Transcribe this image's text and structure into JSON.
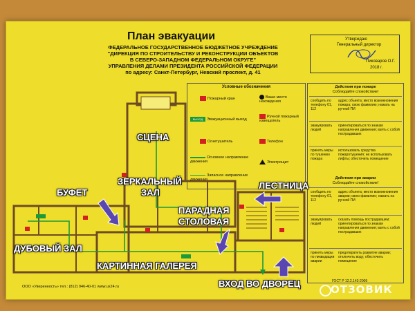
{
  "title": "План эвакуации",
  "organization": {
    "line1": "ФЕДЕРАЛЬНОЕ ГОСУДАРСТВЕННОЕ БЮДЖЕТНОЕ УЧРЕЖДЕНИЕ",
    "line2": "\"ДИРЕКЦИЯ ПО СТРОИТЕЛЬСТВУ И РЕКОНСТРУКЦИИ ОБЪЕКТОВ",
    "line3": "В СЕВЕРО-ЗАПАДНОМ ФЕДЕРАЛЬНОМ ОКРУГЕ\"",
    "line4": "УПРАВЛЕНИЯ ДЕЛАМИ ПРЕЗИДЕНТА РОССИЙСКОЙ ФЕДЕРАЦИИ",
    "address": "по адресу: Санкт-Петербург, Невский проспект, д. 41"
  },
  "approval": {
    "approved": "Утверждаю",
    "position": "Генеральный директор",
    "name": "Пиковаров О.Г.",
    "year": "2018 г."
  },
  "legend": {
    "header": "Условные обозначения",
    "items": [
      {
        "text": "Пожарный кран",
        "color": "#d42020"
      },
      {
        "text": "Ваше место нахождения",
        "color": "#111111"
      },
      {
        "text": "Эвакуационный выход",
        "color": "#1a9a3a",
        "badge": "ВЫХОД"
      },
      {
        "text": "Ручной пожарный извещатель",
        "color": "#d42020"
      },
      {
        "text": "Огнетушитель",
        "color": "#d42020"
      },
      {
        "text": "Телефон",
        "color": "#d42020"
      },
      {
        "text": "Основное направление движения",
        "color": "#1a9a3a"
      },
      {
        "text": "Электрощит",
        "color": "#111111"
      },
      {
        "text": "Запасное направление движения",
        "color": "#1a9a3a"
      }
    ]
  },
  "actions": {
    "fire_header": "Действия при пожаре",
    "fire_sub": "Соблюдайте спокойствие!",
    "fire_rows": [
      {
        "step": "сообщить по телефону 01, 112",
        "result": "адрес объекта; место возникновения пожара; свою фамилию; нажать на ручной ПИ"
      },
      {
        "step": "эвакуировать людей",
        "result": "ориентироваться по знакам направления движения; взять с собой пострадавших"
      },
      {
        "step": "принять меры по тушению пожара",
        "result": "использовать средства пожаротушения; не использовать лифты; обесточить помещение"
      }
    ],
    "emergency_header": "Действия при аварии",
    "emergency_sub": "Соблюдайте спокойствие!",
    "emergency_rows": [
      {
        "step": "сообщить по телефону 01, 112",
        "result": "адрес объекта; место возникновения аварии; свою фамилию; нажать на ручной ПИ"
      },
      {
        "step": "эвакуировать людей",
        "result": "сказать помощь пострадавшим; ориентироваться по знакам направления движения; взять с собой пострадавших"
      },
      {
        "step": "принять меры по ликвидации аварии",
        "result": "предотвратить развитие аварии; отключить воду; обесточить помещение"
      }
    ]
  },
  "rooms": {
    "stage": "СЦЕНА",
    "mirror_hall_1": "ЗЕРКАЛЬНЫЙ",
    "mirror_hall_2": "ЗАЛ",
    "staircase": "ЛЕСТНИЦА",
    "buffet": "БУФЕТ",
    "state_dining_1": "ПАРАДНАЯ",
    "state_dining_2": "СТОЛОВАЯ",
    "oak_hall": "ДУБОВЫЙ ЗАЛ",
    "picture_gallery": "КАРТИННАЯ ГАЛЕРЕЯ",
    "palace_entrance": "ВХОД ВО ДВОРЕЦ"
  },
  "footer": {
    "company": "ООО «Уверенность»  тел.: (812) 946-40-01  www.ux24.ru",
    "gost": "ГОСТ Р 12.2.143-2009"
  },
  "watermark": "ОТЗОВИК",
  "colors": {
    "plate": "#eedd2a",
    "wall": "#6e4a22",
    "arrow": "#5a46b0",
    "route": "#1a9a3a",
    "board": "#c48a3a"
  }
}
